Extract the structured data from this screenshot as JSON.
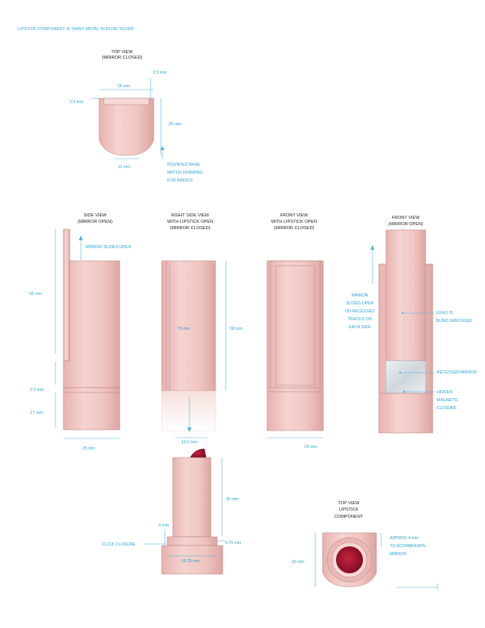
{
  "header": {
    "note": "LIPSTICK COMPONENT IS SHINY METAL IN ROSE SILVER"
  },
  "colors": {
    "rose_metal": "#f0c6c2",
    "rose_shadow": "#d9a3a0",
    "lipstick": "#a8102e",
    "dimension_blue": "#2aa4d6"
  },
  "views": {
    "top_closed": {
      "title_1": "TOP VIEW",
      "title_2": "(MIRROR CLOSED)",
      "dim_top_gap": "2.5 mm",
      "dim_width": "24 mm",
      "dim_left_gap": "2.5 mm",
      "dim_height": "25 mm",
      "dim_base": "11 mm",
      "note_1": "ROUNDED BASE",
      "note_2": "MATCH DRAWING",
      "note_3": "FOR RADIUS"
    },
    "side_open": {
      "title_1": "SIDE VIEW",
      "title_2": "(MIRROR OPEN)",
      "note_mirror": "MIRROR SLIDES OPEN",
      "dim_mirror": "56 mm",
      "dim_gap": "2.5 mm",
      "dim_base": "17 mm",
      "dim_width": "25 mm"
    },
    "right_side": {
      "title_1": "RIGHT SIDE VIEW",
      "title_2": "WITH LIPSTICK OPEN",
      "title_3": "(MIRROR CLOSED)",
      "dim_total": "73 mm",
      "dim_body": "58 mm",
      "dim_bottom": "16.5 mm"
    },
    "front_lipstick": {
      "title_1": "FRONT VIEW",
      "title_2": "WITH LIPSTICK OPEN",
      "title_3": "(MIRROR CLOSED)",
      "dim_width": "24 mm"
    },
    "front_open": {
      "title_1": "FRONT VIEW",
      "title_2": "(MIRROR OPEN)",
      "note_slides": [
        "MIRROR",
        "SLIDES OPEN",
        "ON RECESSED",
        "TRACKS ON",
        "EACH SIDE"
      ],
      "note_logo": [
        "LOGO IS",
        "BLIND DEBOSSED"
      ],
      "note_recessed": "RECESSED MIRROR",
      "note_hidden": [
        "HIDDEN",
        "MAGNETIC",
        "CLOSURE"
      ]
    },
    "lipstick_component": {
      "dim_height": "35 mm",
      "dim_collar": "4 mm",
      "dim_ring": "4.75 mm",
      "note_click": "CLICK CLOSURE",
      "dim_base": "18.25 mm"
    },
    "top_lipstick": {
      "title_1": "TOP VIEW",
      "title_2": "LIPSTICK",
      "title_3": "COMPONENT",
      "dim_height": "25 mm",
      "note": [
        "APPROX 4 mm",
        "TO ACOMMODATE",
        "MIRROR"
      ]
    }
  }
}
